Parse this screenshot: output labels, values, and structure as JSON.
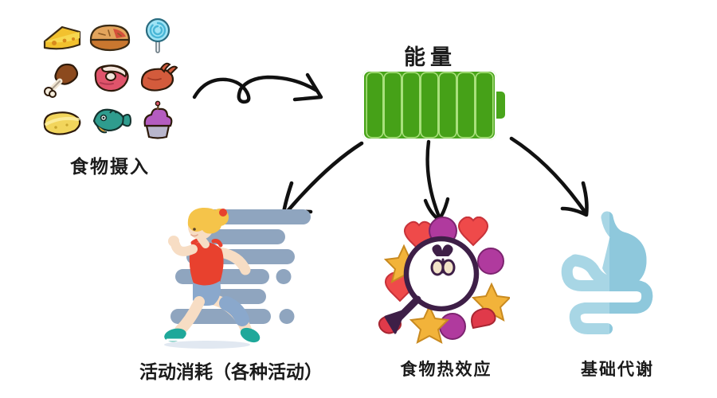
{
  "diagram": {
    "title_implicit": "Energy balance diagram",
    "background": "#ffffff"
  },
  "nodes": {
    "food_intake": {
      "label": "食物摄入",
      "icon": "food-grid-icon",
      "items": [
        {
          "name": "cheese-wedge-icon",
          "color": "#f2c12e"
        },
        {
          "name": "pie-icon",
          "color": "#c9772f"
        },
        {
          "name": "lollipop-icon",
          "color": "#7fd8ef"
        },
        {
          "name": "chicken-drumstick-icon",
          "color": "#8c4a1e"
        },
        {
          "name": "steak-icon",
          "color": "#e0546b"
        },
        {
          "name": "roast-chicken-icon",
          "color": "#d35b3c"
        },
        {
          "name": "potato-icon",
          "color": "#f2d55c"
        },
        {
          "name": "fish-icon",
          "color": "#2f9c8e"
        },
        {
          "name": "cupcake-icon",
          "color": "#b45cc0"
        }
      ]
    },
    "energy": {
      "label": "能量",
      "icon": "battery-icon",
      "battery": {
        "segments": 7,
        "filled": 7,
        "fill_color": "#46a118",
        "outline_color": "#a9e07c",
        "body_color": "#49a51b"
      }
    },
    "activity": {
      "label": "活动消耗（各种活动）",
      "icon": "running-woman-icon",
      "colors": {
        "hair": "#f5c44a",
        "shirt": "#e8412e",
        "shorts": "#8aa8cc",
        "shoes": "#1fa89a",
        "skin": "#f7ddc4",
        "speed_lines": "#8fa5bf"
      }
    },
    "thermic_effect": {
      "label": "食物热效应",
      "icon": "magnifier-candy-icon",
      "colors": {
        "ring": "#3e1f47",
        "heart": "#ef4a4a",
        "berry": "#b03a9e",
        "star": "#f2b33a",
        "gumdrop": "#e03a4a"
      }
    },
    "basal_metabolism": {
      "label": "基础代谢",
      "icon": "stomach-intestine-icon",
      "colors": {
        "light": "#a8d6e5",
        "dark": "#8ec8dc"
      }
    }
  },
  "arrows": [
    {
      "name": "arrow-food-to-energy",
      "from": "food_intake",
      "to": "energy",
      "style": "hand-drawn-looped",
      "color": "#111111"
    },
    {
      "name": "arrow-energy-to-activity",
      "from": "energy",
      "to": "activity",
      "style": "hand-drawn-curved",
      "color": "#111111"
    },
    {
      "name": "arrow-energy-to-thermic",
      "from": "energy",
      "to": "thermic_effect",
      "style": "hand-drawn-straight",
      "color": "#111111"
    },
    {
      "name": "arrow-energy-to-basal",
      "from": "energy",
      "to": "basal_metabolism",
      "style": "hand-drawn-curved",
      "color": "#111111"
    }
  ]
}
